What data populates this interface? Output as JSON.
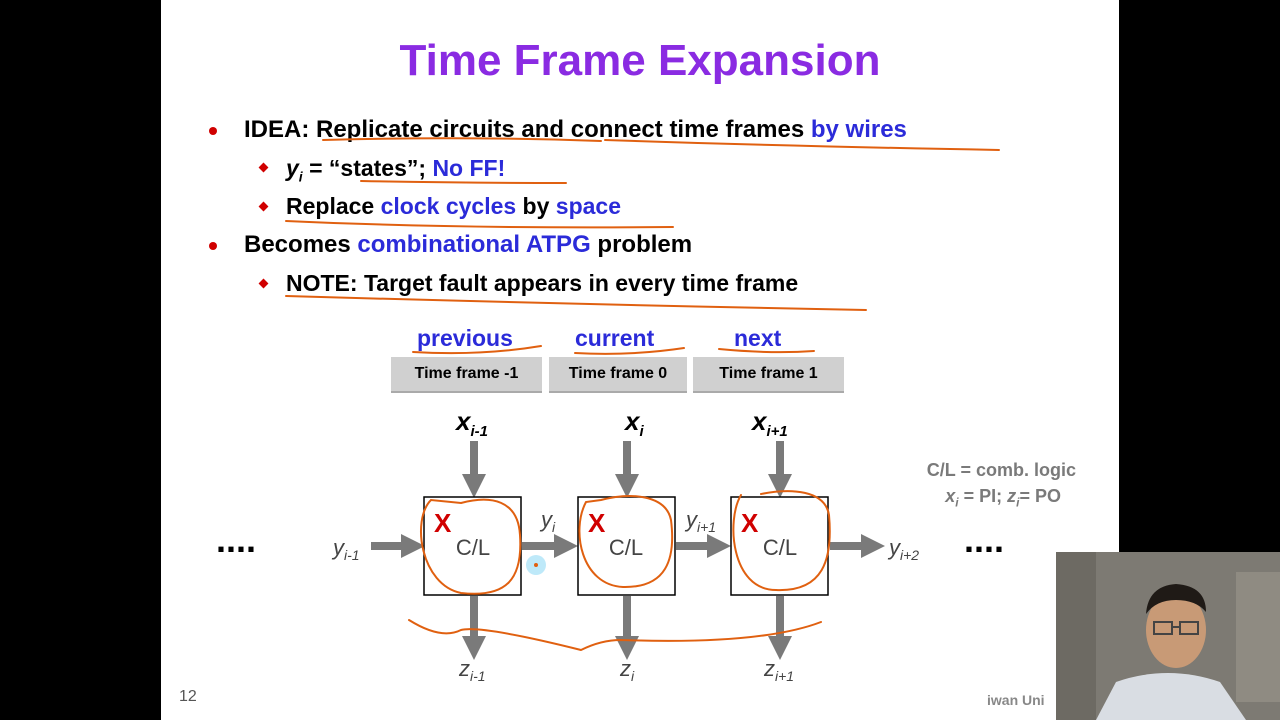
{
  "slide": {
    "title": "Time Frame Expansion",
    "bullets": {
      "b1": {
        "prefix": "IDEA: Replicate circuits and connect time frames ",
        "highlight": "by wires"
      },
      "b1a": {
        "var": "y",
        "sub": "i",
        "text": " = “states”; ",
        "highlight": "No FF!"
      },
      "b1b": {
        "t1": "Replace ",
        "h1": "clock cycles",
        "t2": " by ",
        "h2": "space"
      },
      "b2": {
        "t1": "Becomes ",
        "h1": "combinational ATPG",
        "t2": " problem"
      },
      "b2a": {
        "text": "NOTE: Target fault appears in every time frame"
      }
    },
    "frames": [
      {
        "label": "previous",
        "box": "Time frame  -1"
      },
      {
        "label": "current",
        "box": "Time frame 0"
      },
      {
        "label": "next",
        "box": "Time frame 1"
      }
    ],
    "blocks": [
      {
        "label": "C/L",
        "fault": "X",
        "input": "x",
        "input_sub": "i-1",
        "output": "z",
        "output_sub": "i-1"
      },
      {
        "label": "C/L",
        "fault": "X",
        "input": "x",
        "input_sub": "i",
        "output": "z",
        "output_sub": "i"
      },
      {
        "label": "C/L",
        "fault": "X",
        "input": "x",
        "input_sub": "i+1",
        "output": "z",
        "output_sub": "i+1"
      }
    ],
    "states": [
      {
        "var": "y",
        "sub": "i-1"
      },
      {
        "var": "y",
        "sub": "i"
      },
      {
        "var": "y",
        "sub": "i+1"
      },
      {
        "var": "y",
        "sub": "i+2"
      }
    ],
    "ellipsis": "....",
    "legend": {
      "line1": "C/L = comb. logic",
      "x_var": "x",
      "x_sub": "i",
      "x_text": " = PI;  ",
      "z_var": "z",
      "z_sub": "i",
      "z_text": "= PO"
    },
    "page_number": "12",
    "footer": "iwan  Uni"
  },
  "colors": {
    "title": "#8a2be2",
    "highlight": "#2b2bd9",
    "bullet": "#d00000",
    "annotation": "#e06010",
    "fault": "#d00000",
    "arrow": "#7a7a7a"
  }
}
